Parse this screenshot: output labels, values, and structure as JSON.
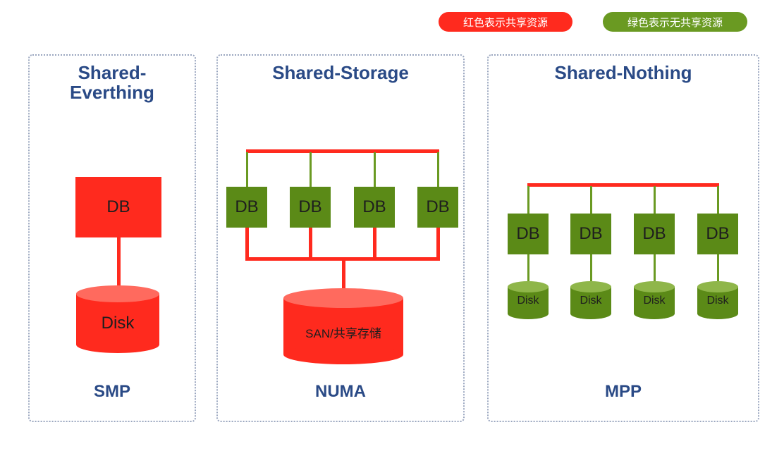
{
  "legend": {
    "red": "红色表示共享资源",
    "green": "绿色表示无共享资源",
    "red_color": "#ff2a1e",
    "green_color": "#6a9a22"
  },
  "panels": {
    "smp": {
      "title": "Shared-\nEverthing",
      "db": "DB",
      "disk": "Disk",
      "footer": "SMP"
    },
    "numa": {
      "title": "Shared-Storage",
      "dbs": [
        "DB",
        "DB",
        "DB",
        "DB"
      ],
      "storage": "SAN/共享存储",
      "footer": "NUMA"
    },
    "mpp": {
      "title": "Shared-Nothing",
      "dbs": [
        "DB",
        "DB",
        "DB",
        "DB"
      ],
      "disks": [
        "Disk",
        "Disk",
        "Disk",
        "Disk"
      ],
      "footer": "MPP"
    }
  }
}
